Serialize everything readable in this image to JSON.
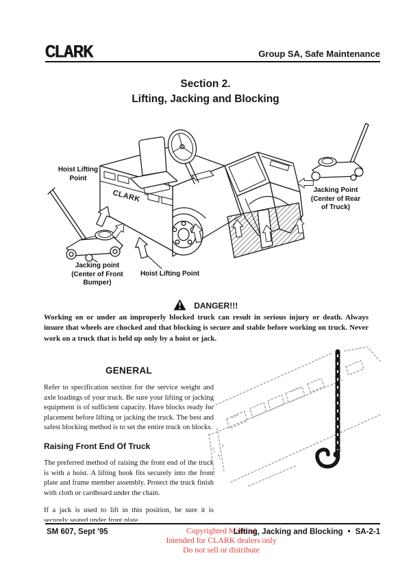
{
  "header": {
    "logo": "CLARK",
    "group": "Group SA, Safe Maintenance"
  },
  "title": {
    "line1": "Section 2.",
    "line2": "Lifting, Jacking and Blocking"
  },
  "figure1": {
    "truck_brand": "CLARK",
    "labels": {
      "front_hoist_l1": "Hoist Lifting",
      "front_hoist_l2": "Point",
      "rear_jack_l1": "Jacking Point",
      "rear_jack_l2": "(Center of Rear",
      "rear_jack_l3": "of Truck)",
      "front_jack_l1": "Jacking point",
      "front_jack_l2": "(Center of Front",
      "front_jack_l3": "Bumper)",
      "bottom_hoist": "Hoist Lifting Point"
    }
  },
  "danger": {
    "title": "DANGER!!!",
    "icon": "warning-triangle-icon",
    "body": "Working on or under an improperly blocked truck can result in serious injury or death. Always insure that wheels are chocked and that blocking is secure and stable before working on truck.  Never work on a truck that is held up only by a hoist or jack."
  },
  "general": {
    "heading": "GENERAL",
    "para1": "Refer to specification section for the service weight and axle loadings of your truck.  Be sure your lifting or jacking equipment is of sufficient capacity. Have blocks ready for placement before lifting or jacking the truck.  The best and safest blocking method is to set the entire truck on blocks.",
    "subheading": "Raising Front End Of Truck",
    "para2": "The preferred method of raising the front end of the truck is with a hoist.  A lifting hook fits securely into the front plate and frame member assembly. Protect the truck finish with cloth or cardboard under the chain.",
    "para3": "If a jack is used to lift in this position, be sure it is securely seated under front plate."
  },
  "footer": {
    "doc": "SM 607, Sept '95",
    "watermark_l1": "Copyrighted Material",
    "watermark_l2": "Intended for CLARK dealers only",
    "watermark_l3": "Do not sell or distribute",
    "chapter": "Lifting, Jacking and Blocking",
    "bullet": "•",
    "page": "SA-2-1"
  },
  "colors": {
    "ink": "#1a1a1a",
    "watermark_red": "#e03a36",
    "faded_line": "#9a9a9a"
  }
}
